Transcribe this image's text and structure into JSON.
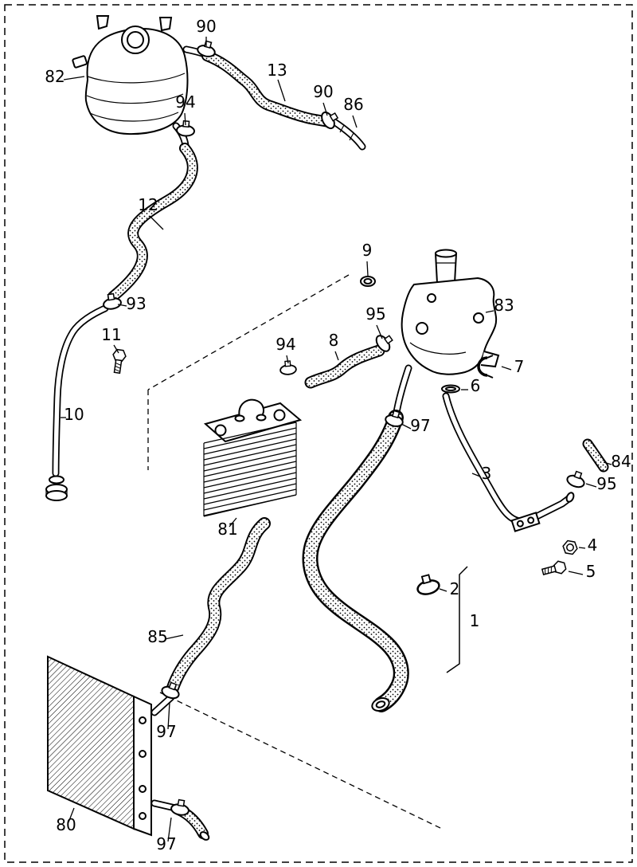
{
  "diagram": {
    "colors": {
      "line": "#000000",
      "background": "#ffffff"
    },
    "labels": [
      {
        "text": "90"
      },
      {
        "text": "82"
      },
      {
        "text": "13"
      },
      {
        "text": "90"
      },
      {
        "text": "86"
      },
      {
        "text": "94"
      },
      {
        "text": "12"
      },
      {
        "text": "93"
      },
      {
        "text": "11"
      },
      {
        "text": "10"
      },
      {
        "text": "9"
      },
      {
        "text": "95"
      },
      {
        "text": "83"
      },
      {
        "text": "7"
      },
      {
        "text": "6"
      },
      {
        "text": "8"
      },
      {
        "text": "94"
      },
      {
        "text": "97"
      },
      {
        "text": "3"
      },
      {
        "text": "84"
      },
      {
        "text": "95"
      },
      {
        "text": "4"
      },
      {
        "text": "5"
      },
      {
        "text": "2"
      },
      {
        "text": "1"
      },
      {
        "text": "81"
      },
      {
        "text": "85"
      },
      {
        "text": "97"
      },
      {
        "text": "80"
      },
      {
        "text": "97"
      }
    ]
  }
}
